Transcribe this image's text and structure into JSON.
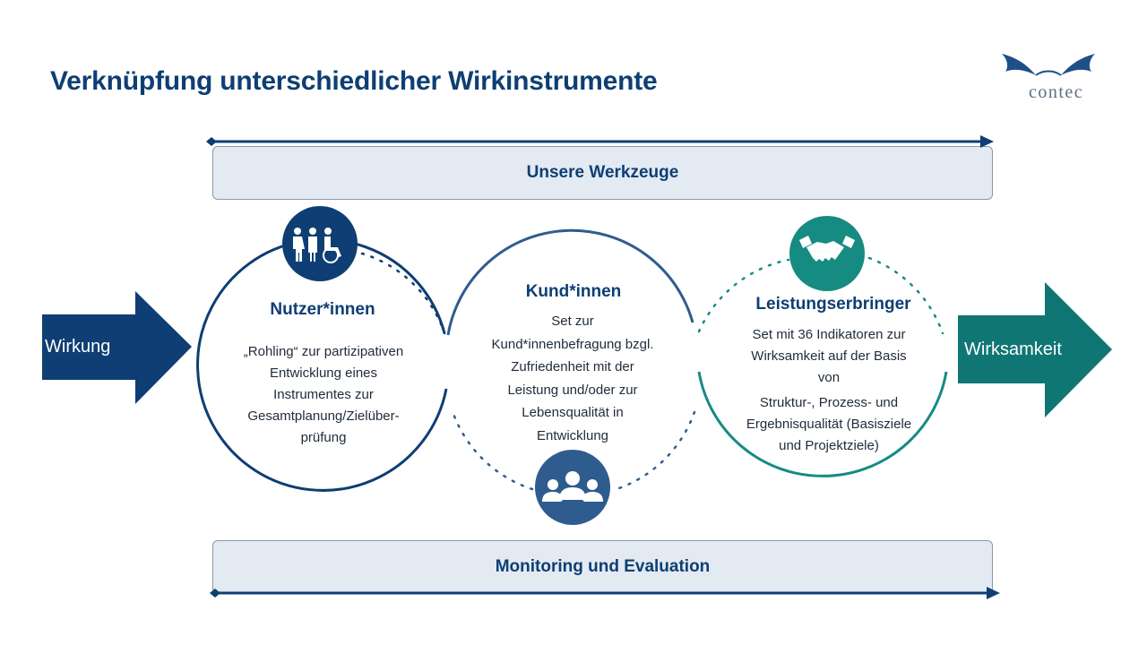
{
  "title": "Verknüpfung unterschiedlicher Wirkinstrumente",
  "logo": {
    "text": "contec"
  },
  "bands": {
    "top": "Unsere Werkzeuge",
    "bottom": "Monitoring und Evaluation"
  },
  "arrows": {
    "left": {
      "label": "Wirkung",
      "color": "#0e3e73"
    },
    "right": {
      "label": "Wirksamkeit",
      "color": "#0f7674"
    }
  },
  "circles": {
    "users": {
      "heading": "Nutzer*innen",
      "icon": "people-accessibility-icon",
      "color": "#0e3e73",
      "lines": [
        "„Rohling“ zur partizipativen",
        "Entwicklung eines",
        "Instrumentes zur",
        "Gesamtplanung/Zielüber-",
        "prüfung"
      ]
    },
    "customers": {
      "heading": "Kund*innen",
      "icon": "group-icon",
      "color": "#2f5c8f",
      "lines": [
        "Set zur",
        "Kund*innenbefragung bzgl.",
        "Zufriedenheit mit der",
        "Leistung und/oder  zur",
        "Lebensqualität in",
        "Entwicklung"
      ]
    },
    "providers": {
      "heading": "Leistungserbringer",
      "icon": "handshake-icon",
      "color": "#168b82",
      "lines": [
        "Set mit 36 Indikatoren zur",
        "Wirksamkeit auf der Basis",
        "von",
        "Struktur-, Prozess- und",
        "Ergebnisqualität (Basisziele",
        "und Projektziele)"
      ]
    }
  }
}
